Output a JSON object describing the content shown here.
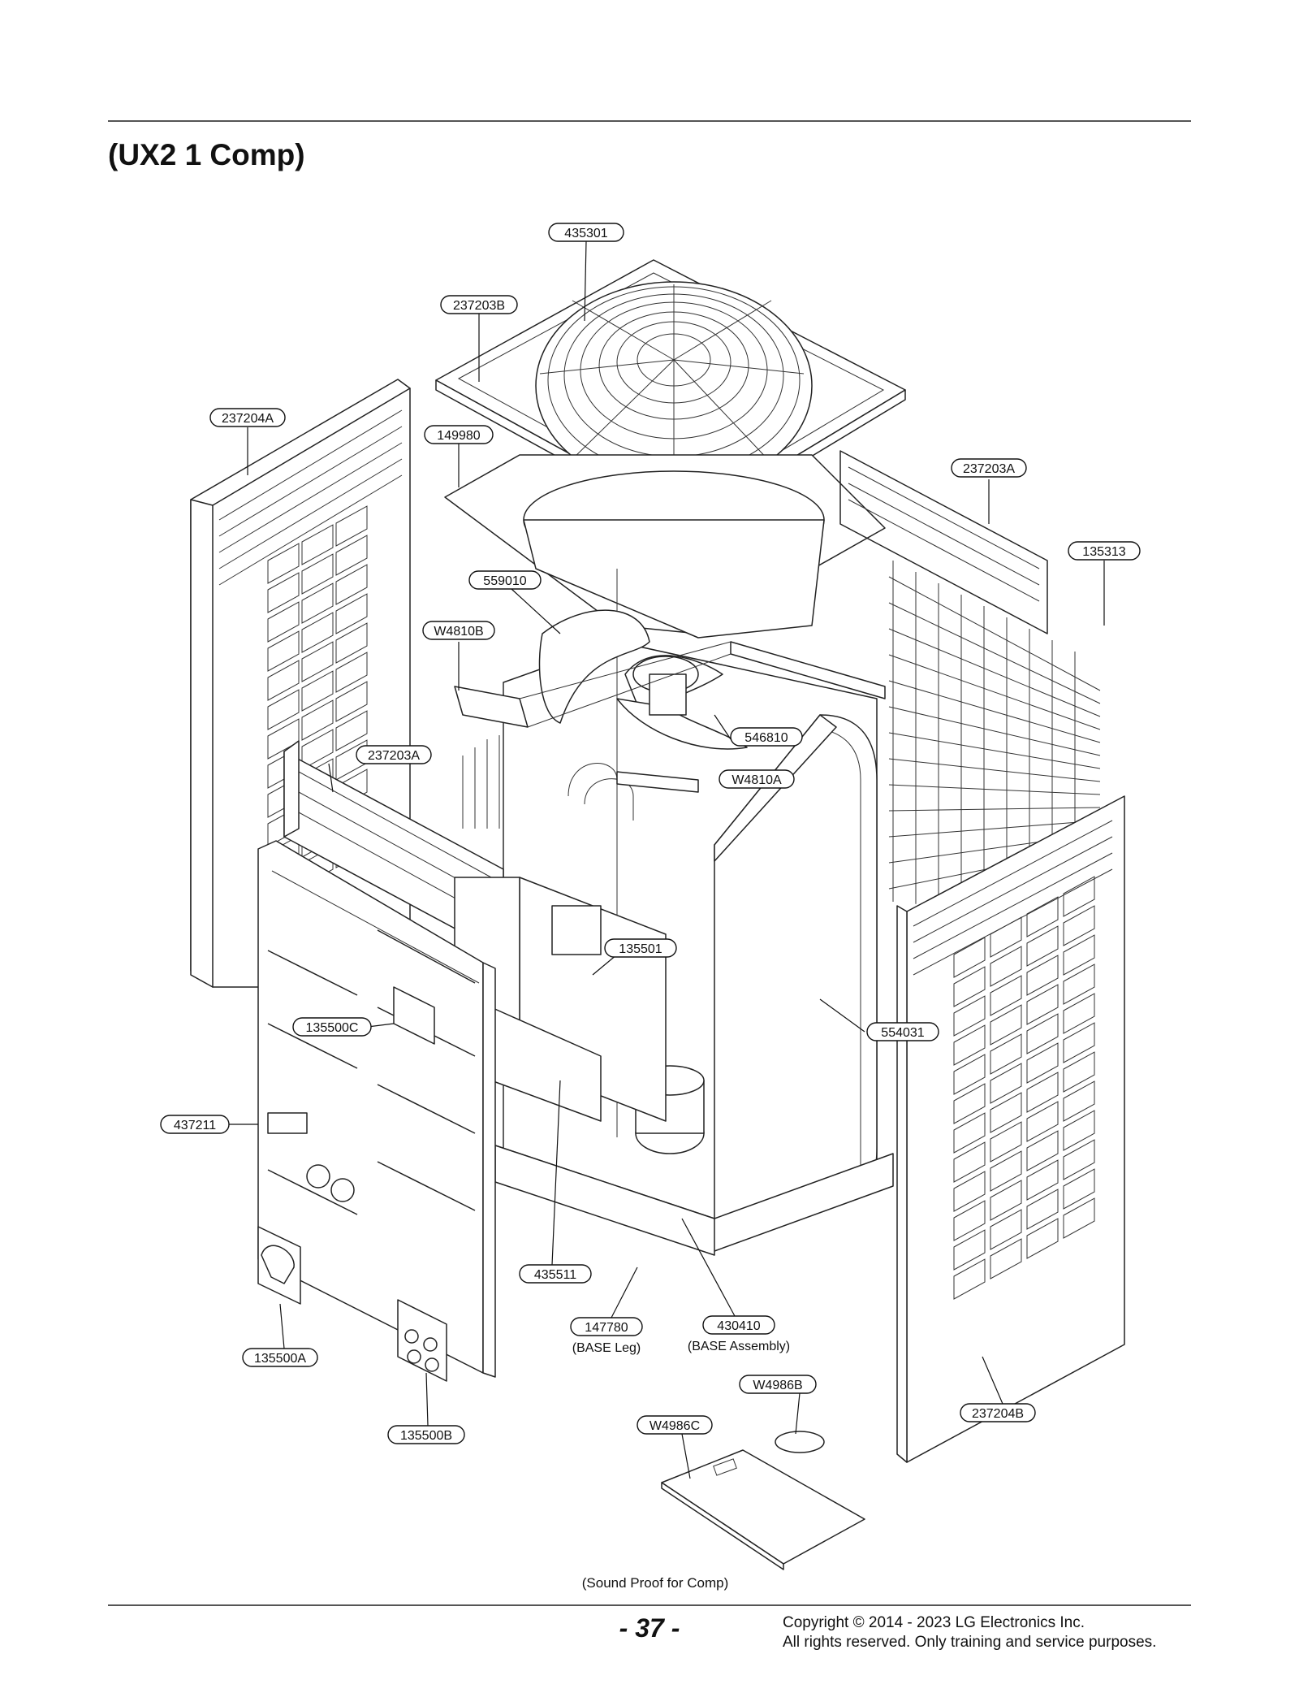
{
  "header": {
    "title": "(UX2 1 Comp)"
  },
  "parts": [
    {
      "id": "435301"
    },
    {
      "id": "237203B"
    },
    {
      "id": "237204A"
    },
    {
      "id": "149980"
    },
    {
      "id": "237203A"
    },
    {
      "id": "135313"
    },
    {
      "id": "559010"
    },
    {
      "id": "W4810B"
    },
    {
      "id": "546810"
    },
    {
      "id": "237203A"
    },
    {
      "id": "W4810A"
    },
    {
      "id": "135501"
    },
    {
      "id": "135500C"
    },
    {
      "id": "554031"
    },
    {
      "id": "437211"
    },
    {
      "id": "435511"
    },
    {
      "id": "147780",
      "note": "(BASE Leg)"
    },
    {
      "id": "430410",
      "note": "(BASE Assembly)"
    },
    {
      "id": "135500A"
    },
    {
      "id": "W4986B"
    },
    {
      "id": "237204B"
    },
    {
      "id": "W4986C"
    },
    {
      "id": "135500B"
    }
  ],
  "captions": {
    "sound_proof": "(Sound Proof for Comp)"
  },
  "footer": {
    "page_number": "- 37 -",
    "copyright_line1": "Copyright © 2014 - 2023 LG Electronics Inc.",
    "copyright_line2": "All rights reserved. Only training and service purposes."
  }
}
